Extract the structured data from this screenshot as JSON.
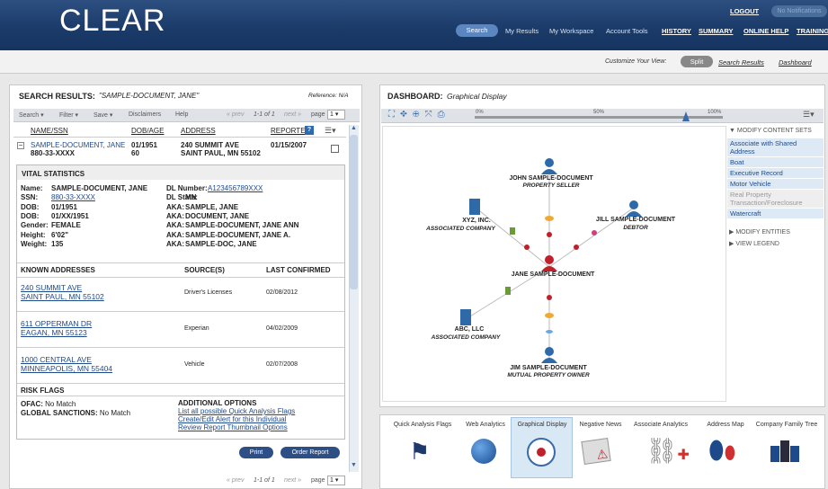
{
  "brand": {
    "logo": "CLEAR"
  },
  "top_links": {
    "logout": "LOGOUT",
    "notifications": "No Notifications"
  },
  "nav": {
    "selected": "Search",
    "items": [
      "My Results",
      "My Workspace",
      "Account Tools"
    ],
    "links": [
      "HISTORY",
      "SUMMARY",
      "ONLINE HELP",
      "TRAINING"
    ]
  },
  "view": {
    "label": "Customize Your View:",
    "options": [
      "Split",
      "Search Results",
      "Dashboard"
    ]
  },
  "results": {
    "title": "SEARCH RESULTS:",
    "query": "\"SAMPLE-DOCUMENT, JANE\"",
    "reference": "Reference: N/A",
    "toolbar": [
      "Search",
      "Filter",
      "Save",
      "Disclaimers",
      "Help"
    ],
    "pager": {
      "prev": "« prev",
      "range": "1-1 of 1",
      "next": "next »",
      "page_label": "page",
      "page": "1"
    },
    "columns": [
      "NAME/SSN",
      "DOB/AGE",
      "ADDRESS",
      "REPORTED"
    ],
    "row": {
      "name": "SAMPLE-DOCUMENT, JANE",
      "ssn": "880-33-XXXX",
      "dob": "01/1951",
      "age": "60",
      "addr1": "240 SUMMIT AVE",
      "addr2": "SAINT PAUL, MN 55102",
      "reported": "01/15/2007"
    },
    "vital": {
      "title": "VITAL STATISTICS",
      "left": [
        [
          "Name:",
          "SAMPLE-DOCUMENT, JANE"
        ],
        [
          "SSN:",
          "880-33-XXXX"
        ],
        [
          "DOB:",
          "01/1951"
        ],
        [
          "DOB:",
          "01/XX/1951"
        ],
        [
          "Gender:",
          "FEMALE"
        ],
        [
          "Height:",
          "6'02\""
        ],
        [
          "Weight:",
          "135"
        ]
      ],
      "right": [
        [
          "DL Number:",
          "A123456789XXX"
        ],
        [
          "DL State:",
          "MN"
        ],
        [
          "AKA:",
          "SAMPLE, JANE"
        ],
        [
          "AKA:",
          "DOCUMENT, JANE"
        ],
        [
          "AKA:",
          "SAMPLE-DOCUMENT, JANE ANN"
        ],
        [
          "AKA:",
          "SAMPLE-DOCUMENT, JANE A."
        ],
        [
          "AKA:",
          "SAMPLE-DOC, JANE"
        ]
      ]
    },
    "addresses": {
      "headers": [
        "KNOWN ADDRESSES",
        "SOURCE(S)",
        "LAST CONFIRMED"
      ],
      "items": [
        {
          "l1": "240 SUMMIT AVE",
          "l2": "SAINT PAUL, MN 55102",
          "source": "Driver's Licenses",
          "date": "02/08/2012"
        },
        {
          "l1": "611 OPPERMAN DR",
          "l2": "EAGAN, MN 55123",
          "source": "Experian",
          "date": "04/02/2009"
        },
        {
          "l1": "1000 CENTRAL AVE",
          "l2": "MINNEAPOLIS, MN 55404",
          "source": "Vehicle",
          "date": "02/07/2008"
        }
      ]
    },
    "risk": {
      "title": "RISK FLAGS",
      "ofac_label": "OFAC:",
      "ofac": "No Match",
      "gs_label": "GLOBAL SANCTIONS:",
      "gs": "No Match",
      "opt_title": "ADDITIONAL OPTIONS",
      "opts": [
        "List all possible Quick Analysis Flags",
        "Create/Edit Alert for this Individual",
        "Review Report Thumbnail Options"
      ]
    },
    "buttons": {
      "print": "Print",
      "order": "Order Report"
    }
  },
  "dashboard": {
    "title": "DASHBOARD:",
    "subtitle": "Graphical Display",
    "zoom_ticks": [
      "0%",
      "50%",
      "100%"
    ],
    "zoom_level": 0.85,
    "graph": {
      "nodes": [
        {
          "name": "JOHN SAMPLE-DOCUMENT",
          "role": "PROPERTY SELLER"
        },
        {
          "name": "XYZ, INC.",
          "role": "ASSOCIATED COMPANY"
        },
        {
          "name": "JILL SAMPLE-DOCUMENT",
          "role": "DEBTOR"
        },
        {
          "name": "JANE SAMPLE-DOCUMENT",
          "role": ""
        },
        {
          "name": "ABC, LLC",
          "role": "ASSOCIATED COMPANY"
        },
        {
          "name": "JIM SAMPLE-DOCUMENT",
          "role": "MUTUAL PROPERTY OWNER"
        }
      ]
    },
    "content_sets": {
      "title": "MODIFY CONTENT SETS",
      "items": [
        "Associate with Shared Address",
        "Boat",
        "Executive Record",
        "Motor Vehicle",
        "Real Property Transaction/Foreclosure",
        "Watercraft"
      ],
      "entities": "MODIFY ENTITIES",
      "legend": "VIEW LEGEND"
    },
    "tiles": [
      "Quick Analysis Flags",
      "Web Analytics",
      "Graphical Display",
      "Negative News",
      "Associate Analytics",
      "Address Map",
      "Company Family Tree"
    ]
  }
}
